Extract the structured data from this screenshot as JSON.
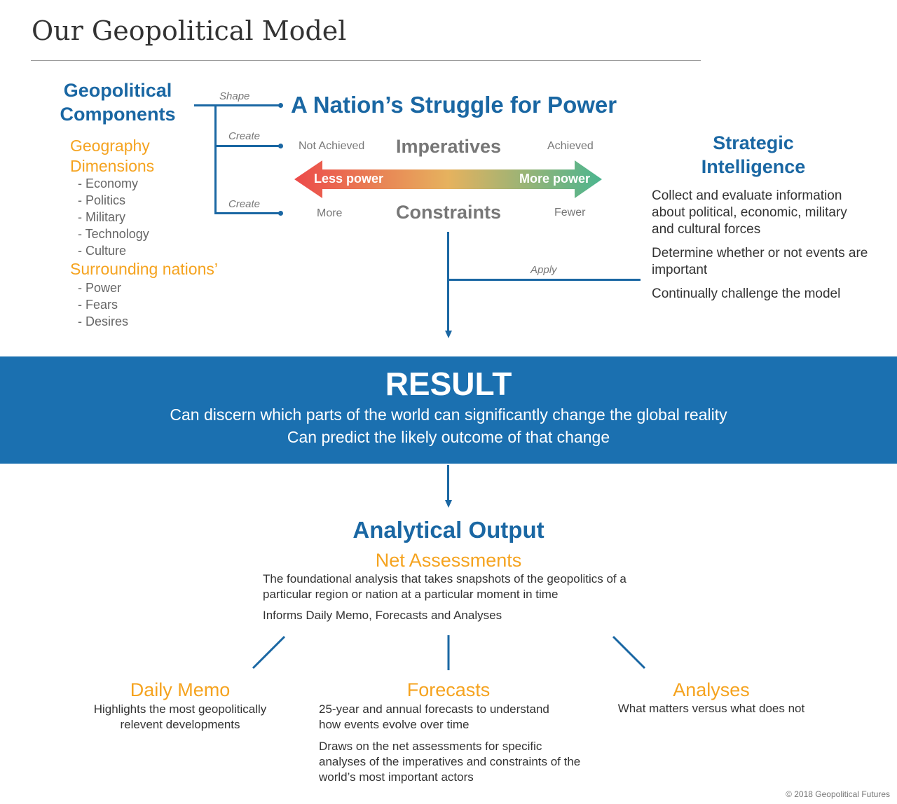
{
  "title": "Our Geopolitical Model",
  "components": {
    "heading_1": "Geopolitical",
    "heading_2": "Components",
    "geography": "Geography",
    "dimensions": "Dimensions",
    "dimension_items": [
      "- Economy",
      "- Politics",
      "- Military",
      "- Technology",
      "- Culture"
    ],
    "surrounding": "Surrounding nations’",
    "surrounding_items": [
      "- Power",
      "- Fears",
      "- Desires"
    ]
  },
  "connectors": {
    "shape": "Shape",
    "create1": "Create",
    "create2": "Create",
    "apply": "Apply"
  },
  "struggle": {
    "title": "A Nation’s Struggle for Power",
    "not_achieved": "Not Achieved",
    "imperatives": "Imperatives",
    "achieved": "Achieved",
    "less_power": "Less power",
    "more_power": "More power",
    "more": "More",
    "constraints": "Constraints",
    "fewer": "Fewer"
  },
  "intel": {
    "heading_1": "Strategic",
    "heading_2": "Intelligence",
    "p1": "Collect and evaluate information about political, economic, military and cultural forces",
    "p2": "Determine whether or not events are important",
    "p3": "Continually challenge the model"
  },
  "result": {
    "heading": "RESULT",
    "line1": "Can discern which parts of the world can significantly change the global reality",
    "line2": "Can predict the likely outcome of that change"
  },
  "output": {
    "heading": "Analytical Output",
    "net_title": "Net Assessments",
    "net_p1": "The foundational analysis that takes snapshots of the geopolitics of a particular region or nation at a particular moment in time",
    "net_p2": "Informs Daily Memo, Forecasts and Analyses"
  },
  "daily": {
    "title": "Daily Memo",
    "text": "Highlights the most geopolitically relevent developments"
  },
  "forecasts": {
    "title": "Forecasts",
    "p1": "25-year and annual forecasts to understand how events evolve over time",
    "p2": "Draws on the net assessments for specific analyses of the imperatives and constraints of the world’s most important actors"
  },
  "analyses": {
    "title": "Analyses",
    "text": "What matters versus what does not"
  },
  "copyright": "© 2018 Geopolitical Futures",
  "colors": {
    "blue": "#1a67a3",
    "orange": "#f5a31f",
    "band": "#1b70b0"
  }
}
